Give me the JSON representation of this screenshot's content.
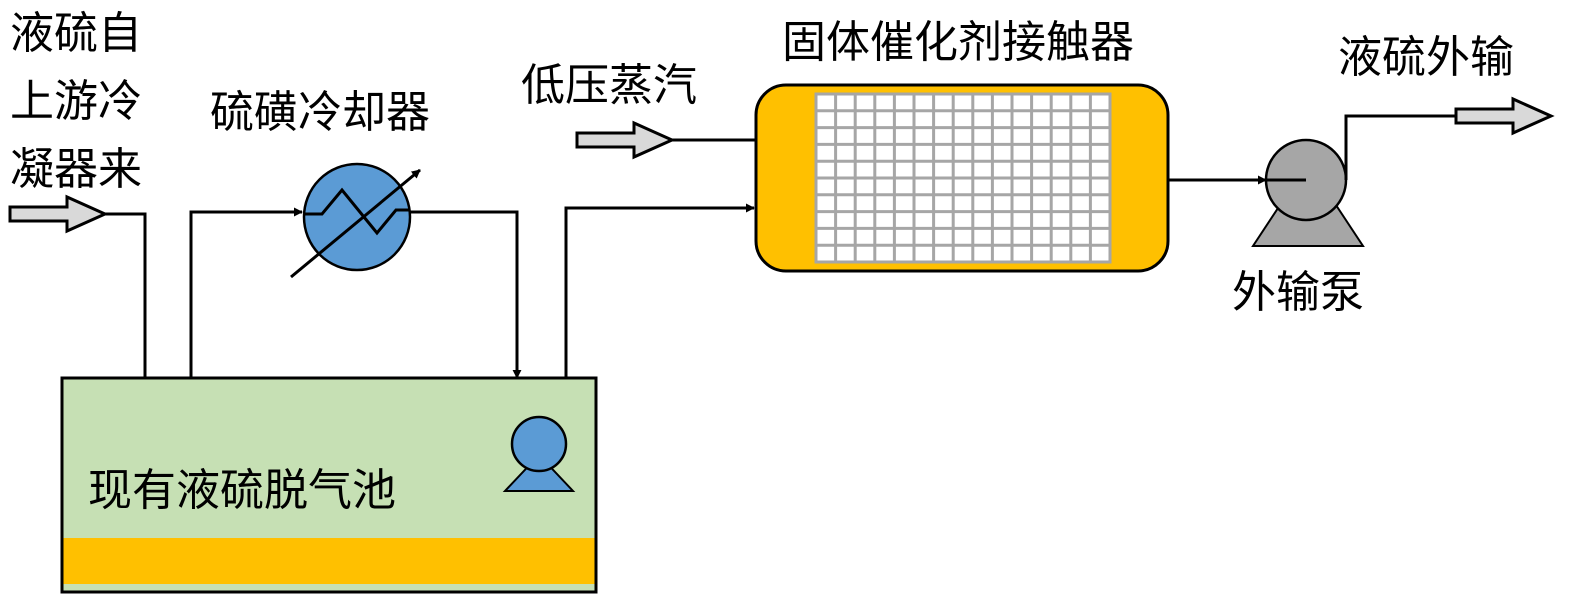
{
  "labels": {
    "inlet_line1": "液硫自",
    "inlet_line2": "上游冷",
    "inlet_line3": "凝器来",
    "cooler": "硫磺冷却器",
    "steam": "低压蒸汽",
    "contactor": "固体催化剂接触器",
    "outlet": "液硫外输",
    "pump": "外输泵",
    "pit": "现有液硫脱气池"
  },
  "colors": {
    "pit_fill": "#c6e0b4",
    "pit_band": "#ffc000",
    "contactor_fill": "#ffc000",
    "grid_fill": "#ffffff",
    "grid_line": "#a6a6a6",
    "cooler_fill": "#5b9bd5",
    "pit_pump_fill": "#5b9bd5",
    "pump_fill": "#a6a6a6",
    "hollow_arrow_fill": "#d9d9d9",
    "line": "#000000"
  },
  "icons": {
    "inlet_arrow": "hollow-arrow-icon",
    "steam_arrow": "hollow-arrow-icon",
    "outlet_arrow": "hollow-arrow-icon",
    "cooler": "heat-exchanger-icon",
    "pit_pump": "pump-icon",
    "transfer_pump": "pump-icon"
  }
}
